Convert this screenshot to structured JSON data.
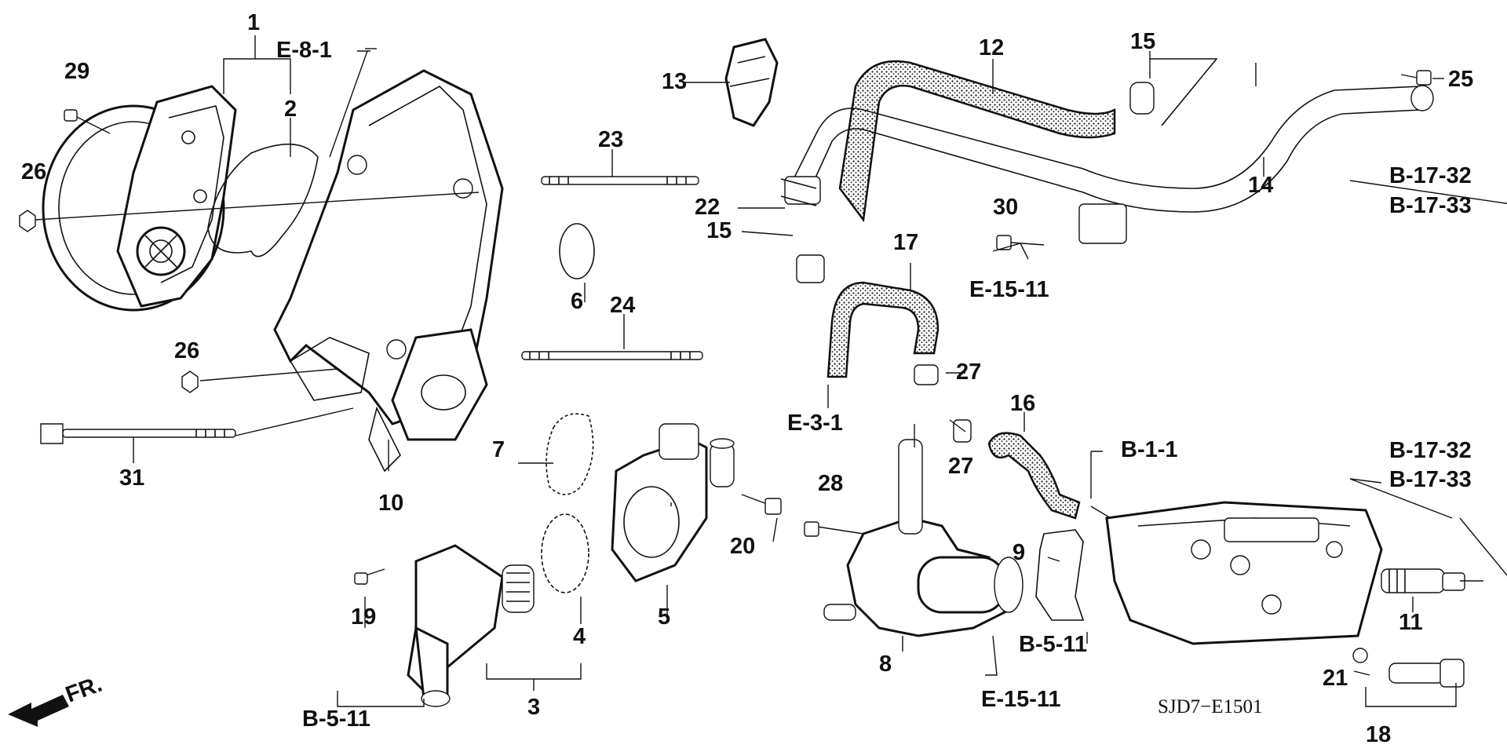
{
  "diagram": {
    "code": "SJD7−E1501",
    "front_label": "FR."
  },
  "parts": [
    {
      "id": "p1",
      "num": "1"
    },
    {
      "id": "p2",
      "num": "2"
    },
    {
      "id": "p3",
      "num": "3"
    },
    {
      "id": "p4",
      "num": "4"
    },
    {
      "id": "p5",
      "num": "5"
    },
    {
      "id": "p6",
      "num": "6"
    },
    {
      "id": "p7",
      "num": "7"
    },
    {
      "id": "p8",
      "num": "8"
    },
    {
      "id": "p9",
      "num": "9"
    },
    {
      "id": "p10",
      "num": "10"
    },
    {
      "id": "p11",
      "num": "11"
    },
    {
      "id": "p12",
      "num": "12"
    },
    {
      "id": "p13",
      "num": "13"
    },
    {
      "id": "p14",
      "num": "14"
    },
    {
      "id": "p15a",
      "num": "15"
    },
    {
      "id": "p15b",
      "num": "15"
    },
    {
      "id": "p16",
      "num": "16"
    },
    {
      "id": "p17",
      "num": "17"
    },
    {
      "id": "p18",
      "num": "18"
    },
    {
      "id": "p19",
      "num": "19"
    },
    {
      "id": "p20",
      "num": "20"
    },
    {
      "id": "p21",
      "num": "21"
    },
    {
      "id": "p22",
      "num": "22"
    },
    {
      "id": "p23",
      "num": "23"
    },
    {
      "id": "p24",
      "num": "24"
    },
    {
      "id": "p25",
      "num": "25"
    },
    {
      "id": "p26a",
      "num": "26"
    },
    {
      "id": "p26b",
      "num": "26"
    },
    {
      "id": "p27a",
      "num": "27"
    },
    {
      "id": "p27b",
      "num": "27"
    },
    {
      "id": "p28",
      "num": "28"
    },
    {
      "id": "p29",
      "num": "29"
    },
    {
      "id": "p30",
      "num": "30"
    },
    {
      "id": "p31",
      "num": "31"
    }
  ],
  "references": [
    {
      "id": "r1",
      "label": "E-8-1"
    },
    {
      "id": "r2",
      "label": "B-17-32"
    },
    {
      "id": "r3",
      "label": "B-17-33"
    },
    {
      "id": "r4",
      "label": "E-15-11"
    },
    {
      "id": "r5",
      "label": "E-3-1"
    },
    {
      "id": "r6",
      "label": "B-1-1"
    },
    {
      "id": "r7",
      "label": "B-17-32"
    },
    {
      "id": "r8",
      "label": "B-17-33"
    },
    {
      "id": "r9",
      "label": "B-5-11"
    },
    {
      "id": "r10",
      "label": "E-15-11"
    },
    {
      "id": "r11",
      "label": "B-5-11"
    }
  ]
}
